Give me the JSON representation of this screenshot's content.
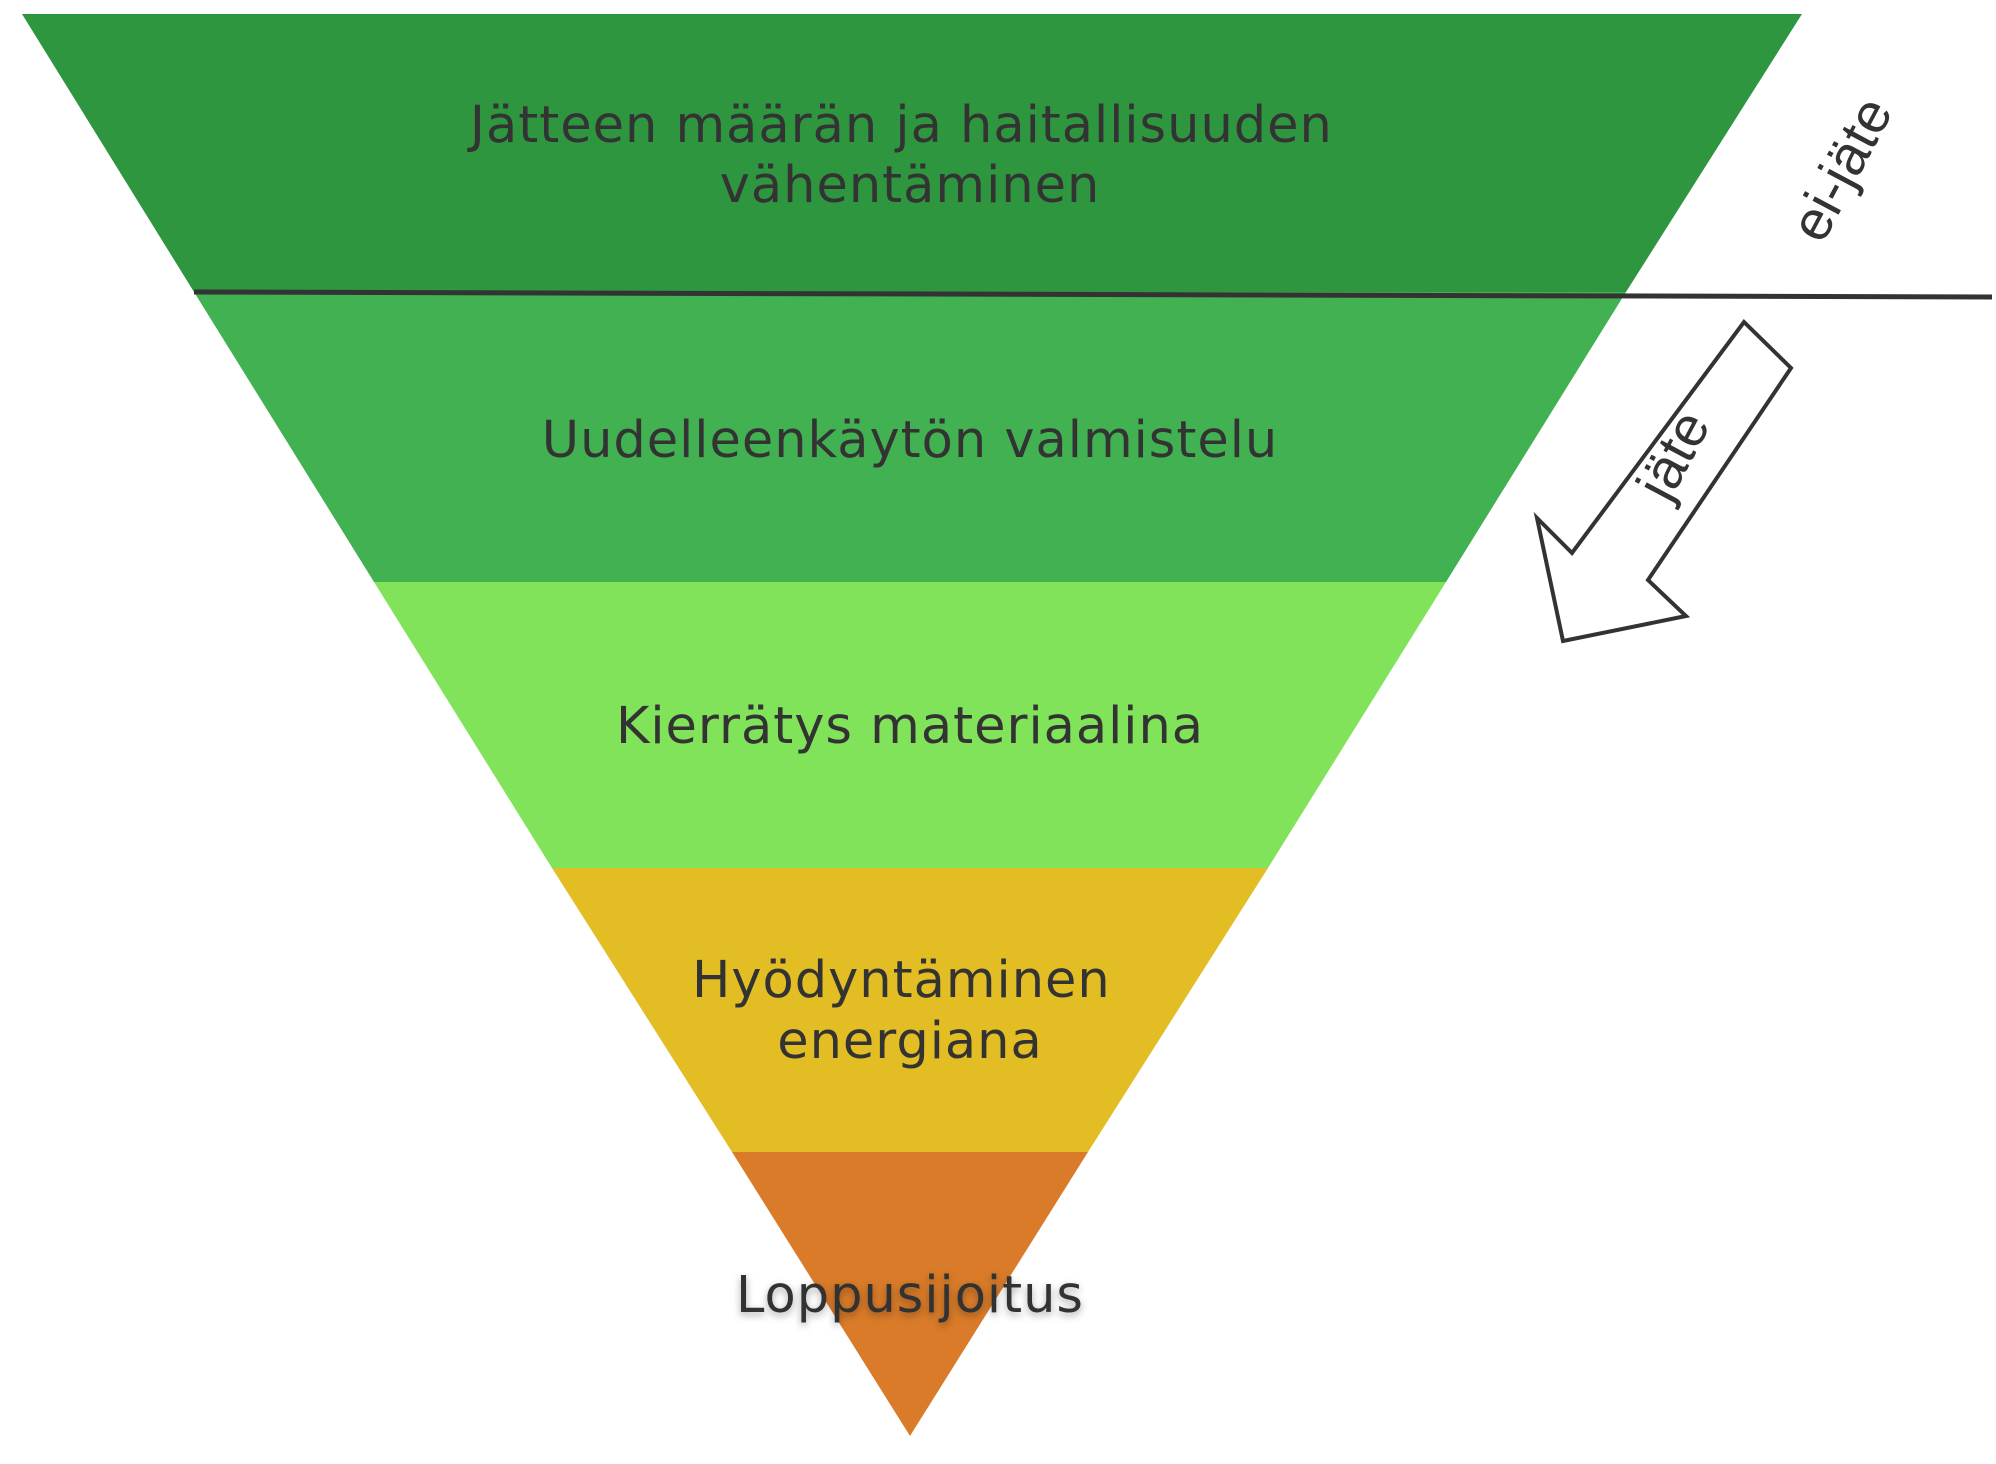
{
  "levels": [
    {
      "id": "prevention",
      "lines": [
        "Jätteen määrän ja haitallisuuden",
        "vähentäminen"
      ],
      "color": "#2e963e"
    },
    {
      "id": "reuse",
      "lines": [
        "Uudelleenkäytön valmistelu"
      ],
      "color": "#41b152"
    },
    {
      "id": "recycling",
      "lines": [
        "Kierrätys materiaalina"
      ],
      "color": "#80e35a"
    },
    {
      "id": "energy",
      "lines": [
        "Hyödyntäminen",
        "energiana"
      ],
      "color": "#e2bd23"
    },
    {
      "id": "disposal",
      "lines": [
        "Loppusijoitus"
      ],
      "color": "#d97b29"
    }
  ],
  "side_labels": {
    "non_waste": "ei-jäte",
    "waste": "jäte"
  },
  "colors": {
    "text": "#333333",
    "divider": "#333333",
    "arrow_fill": "#ffffff",
    "arrow_stroke": "#333333"
  }
}
